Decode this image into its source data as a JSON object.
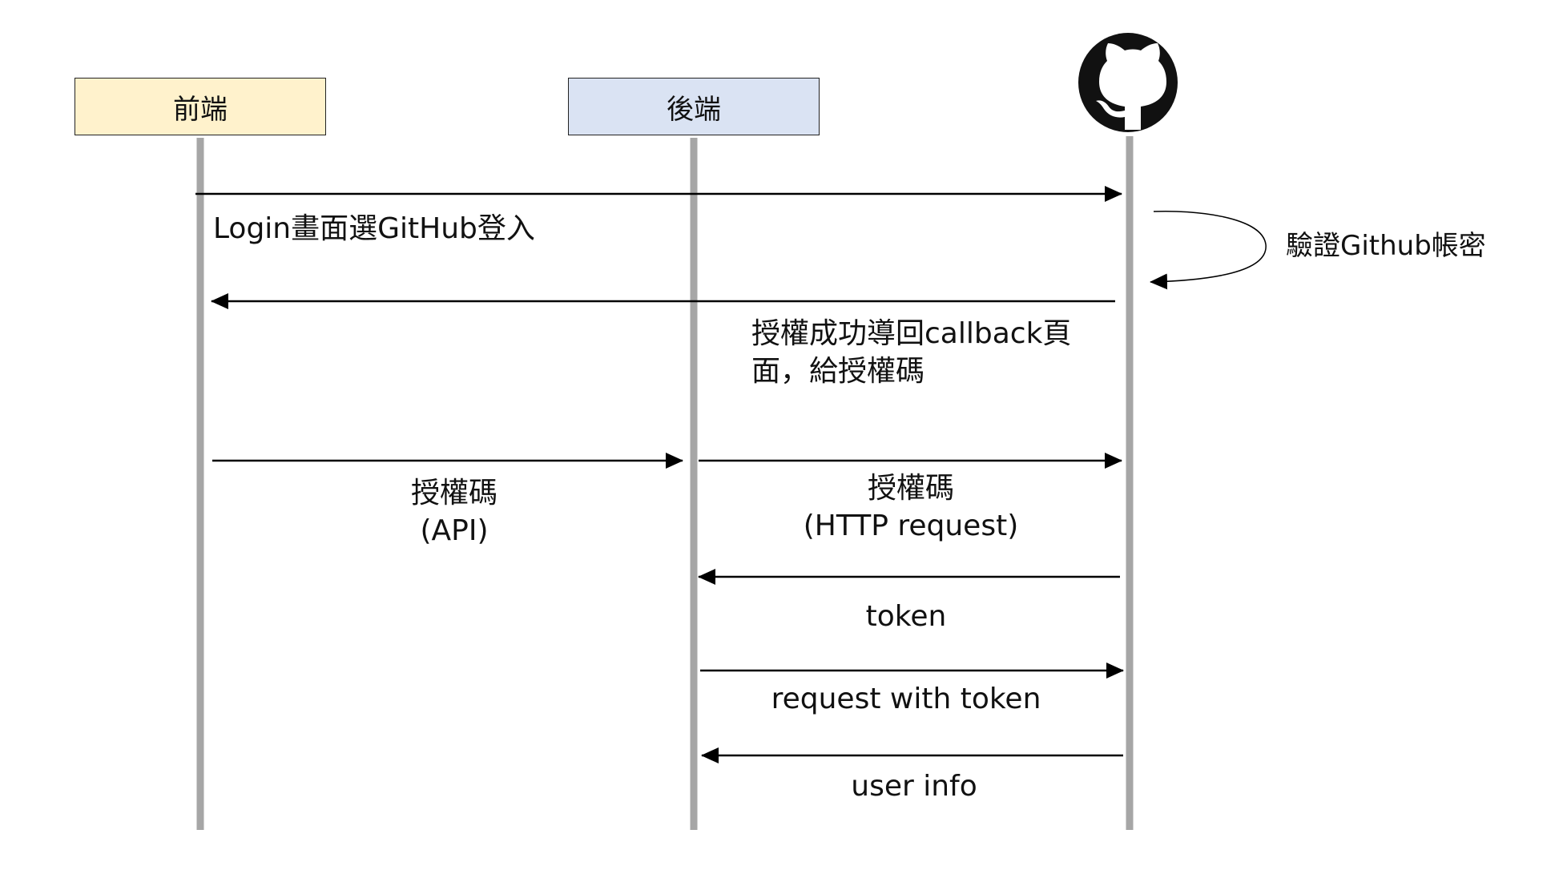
{
  "participants": {
    "frontend": {
      "label": "前端",
      "fill": "#fff2cc"
    },
    "backend": {
      "label": "後端",
      "fill": "#dae3f3"
    },
    "github": {
      "icon": "github-icon"
    }
  },
  "messages": {
    "m1": "Login畫面選GitHub登入",
    "self": "驗證Github帳密",
    "m2_line1": "授權成功導回callback頁",
    "m2_line2": "面，給授權碼",
    "m3_line1": "授權碼",
    "m3_line2": "(API)",
    "m4_line1": "授權碼",
    "m4_line2": "(HTTP request)",
    "m5": "token",
    "m6": "request with token",
    "m7": "user info"
  },
  "colors": {
    "lifeline": "#a6a6a6",
    "arrow": "#000000"
  }
}
